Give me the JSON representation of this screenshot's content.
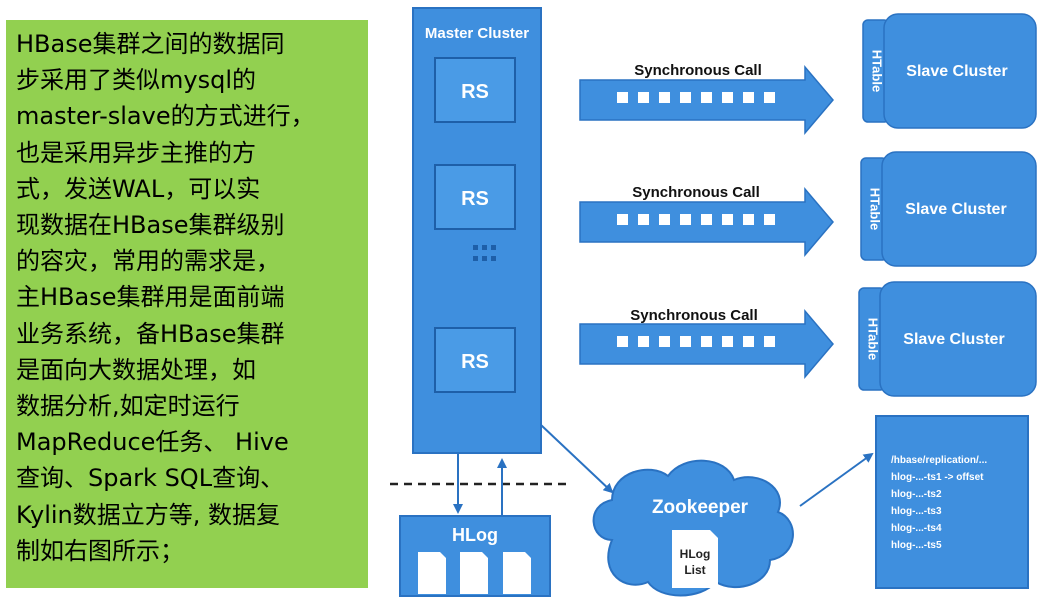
{
  "note": {
    "lines": [
      "HBase集群之间的数据同",
      "步采用了类似mysql的",
      "master-slave的方式进行，",
      "也是采用异步主推的方",
      "式，发送WAL，可以实",
      "现数据在HBase集群级别",
      "的容灾，常用的需求是，",
      "主HBase集群用是面前端",
      "业务系统，备HBase集群",
      "是面向大数据处理，如",
      "数据分析,如定时运行",
      "MapReduce任务、 Hive",
      "查询、Spark SQL查询、",
      "Kylin数据立方等, 数据复",
      "制如右图所示；"
    ]
  },
  "diagram": {
    "master_cluster": "Master Cluster",
    "rs": "RS",
    "ellipsis": "⋮",
    "hlog": "HLog",
    "zookeeper": "Zookeeper",
    "hlog_list": [
      "HLog",
      "List"
    ],
    "sync_call": "Synchronous Call",
    "htable": "HTable",
    "slave_cluster": "Slave Cluster",
    "replication_lines": [
      "/hbase/replication/...",
      "hlog-...-ts1 -> offset",
      "hlog-...-ts2",
      "hlog-...-ts3",
      "hlog-...-ts4",
      "hlog-...-ts5"
    ]
  },
  "colors": {
    "note_bg": "#92d050",
    "blue": "#3f8fde",
    "blue_dark": "#2a72c2",
    "white": "#ffffff"
  }
}
